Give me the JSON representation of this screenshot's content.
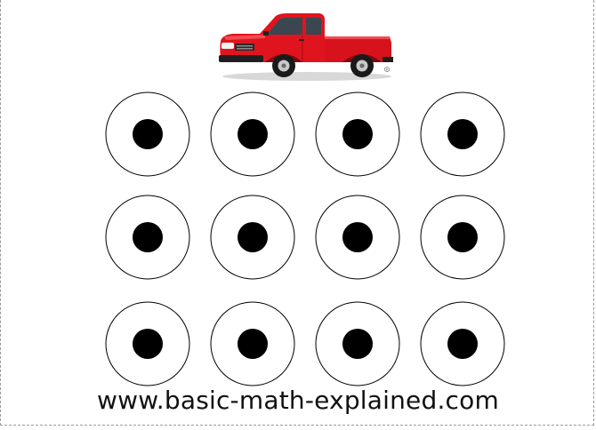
{
  "illustration": {
    "object_icon": "red-pickup-truck-icon",
    "truck_color": "#e0141e",
    "rows": 3,
    "columns": 4,
    "target_count": 12,
    "ring_color": "#000000",
    "dot_color": "#000000"
  },
  "footer": {
    "website": "www.basic-math-explained.com"
  }
}
